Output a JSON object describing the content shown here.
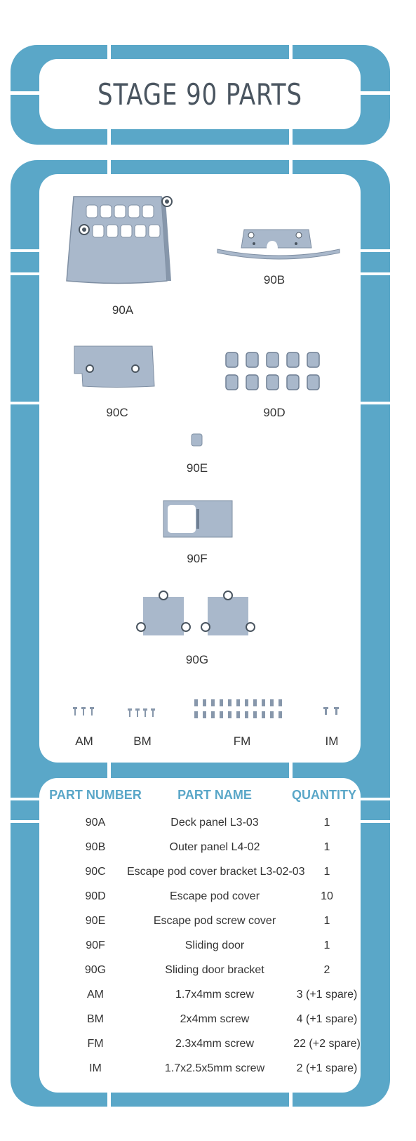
{
  "title": "STAGE 90 PARTS",
  "parts": {
    "p90a": "90A",
    "p90b": "90B",
    "p90c": "90C",
    "p90d": "90D",
    "p90e": "90E",
    "p90f": "90F",
    "p90g": "90G",
    "am": "AM",
    "bm": "BM",
    "fm": "FM",
    "im": "IM"
  },
  "table": {
    "headers": [
      "PART NUMBER",
      "PART NAME",
      "QUANTITY"
    ],
    "rows": [
      [
        "90A",
        "Deck panel L3-03",
        "1"
      ],
      [
        "90B",
        "Outer panel L4-02",
        "1"
      ],
      [
        "90C",
        "Escape pod cover bracket L3-02-03",
        "1"
      ],
      [
        "90D",
        "Escape pod cover",
        "10"
      ],
      [
        "90E",
        "Escape pod screw cover",
        "1"
      ],
      [
        "90F",
        "Sliding door",
        "1"
      ],
      [
        "90G",
        "Sliding door bracket",
        "2"
      ],
      [
        "AM",
        "1.7x4mm screw",
        "3 (+1 spare)"
      ],
      [
        "BM",
        "2x4mm screw",
        "4 (+1 spare)"
      ],
      [
        "FM",
        "2.3x4mm screw",
        "22 (+2 spare)"
      ],
      [
        "IM",
        "1.7x2.5x5mm screw",
        "2 (+1 spare)"
      ]
    ]
  },
  "colors": {
    "frame": "#5aa7c8",
    "part_fill": "#a9b8cb",
    "part_stroke": "#7f8fa3",
    "title": "#4a5560",
    "header": "#5aa7c8"
  }
}
